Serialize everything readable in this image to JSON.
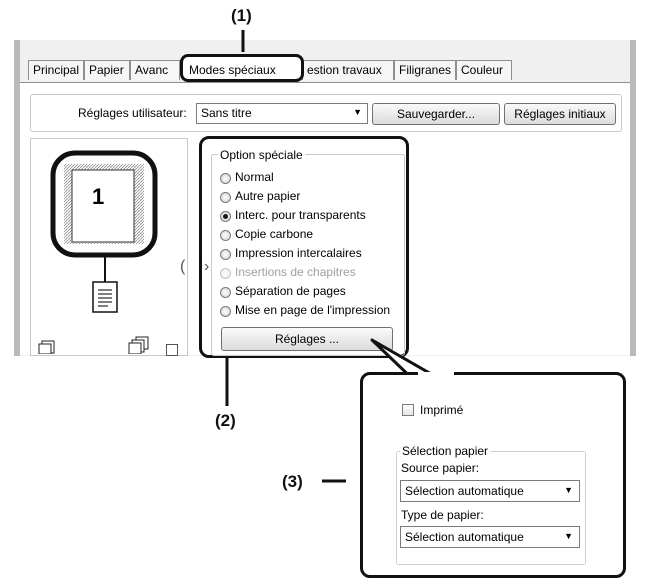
{
  "callouts": {
    "c1": "(1)",
    "c2": "(2)",
    "c3": "(3)"
  },
  "tabs": [
    {
      "label": "Principal"
    },
    {
      "label": "Papier"
    },
    {
      "label": "Avanc"
    },
    {
      "label": "Modes spéciaux"
    },
    {
      "label": "estion travaux"
    },
    {
      "label": "Filigranes"
    },
    {
      "label": "Couleur"
    }
  ],
  "user_settings": {
    "label": "Réglages utilisateur:",
    "value": "Sans titre",
    "save_label": "Sauvegarder...",
    "defaults_label": "Réglages initiaux"
  },
  "preview": {
    "page_number": "1"
  },
  "special_option": {
    "title": "Option spéciale",
    "options": [
      {
        "label": "Normal",
        "selected": false,
        "enabled": true
      },
      {
        "label": "Autre papier",
        "selected": false,
        "enabled": true
      },
      {
        "label": "Interc. pour transparents",
        "selected": true,
        "enabled": true
      },
      {
        "label": "Copie carbone",
        "selected": false,
        "enabled": true
      },
      {
        "label": "Impression intercalaires",
        "selected": false,
        "enabled": true
      },
      {
        "label": "Insertions de chapitres",
        "selected": false,
        "enabled": false
      },
      {
        "label": "Séparation de pages",
        "selected": false,
        "enabled": true
      },
      {
        "label": "Mise en page de l'impression",
        "selected": false,
        "enabled": true
      }
    ],
    "settings_label": "Réglages ..."
  },
  "popup": {
    "printed_label": "Imprimé",
    "paper_selection_title": "Sélection papier",
    "source_label": "Source papier:",
    "source_value": "Sélection automatique",
    "type_label": "Type de papier:",
    "type_value": "Sélection automatique"
  },
  "colors": {
    "callout": "#111111",
    "disabled_text": "#a0a0a0",
    "frame": "#b9b9b9"
  }
}
